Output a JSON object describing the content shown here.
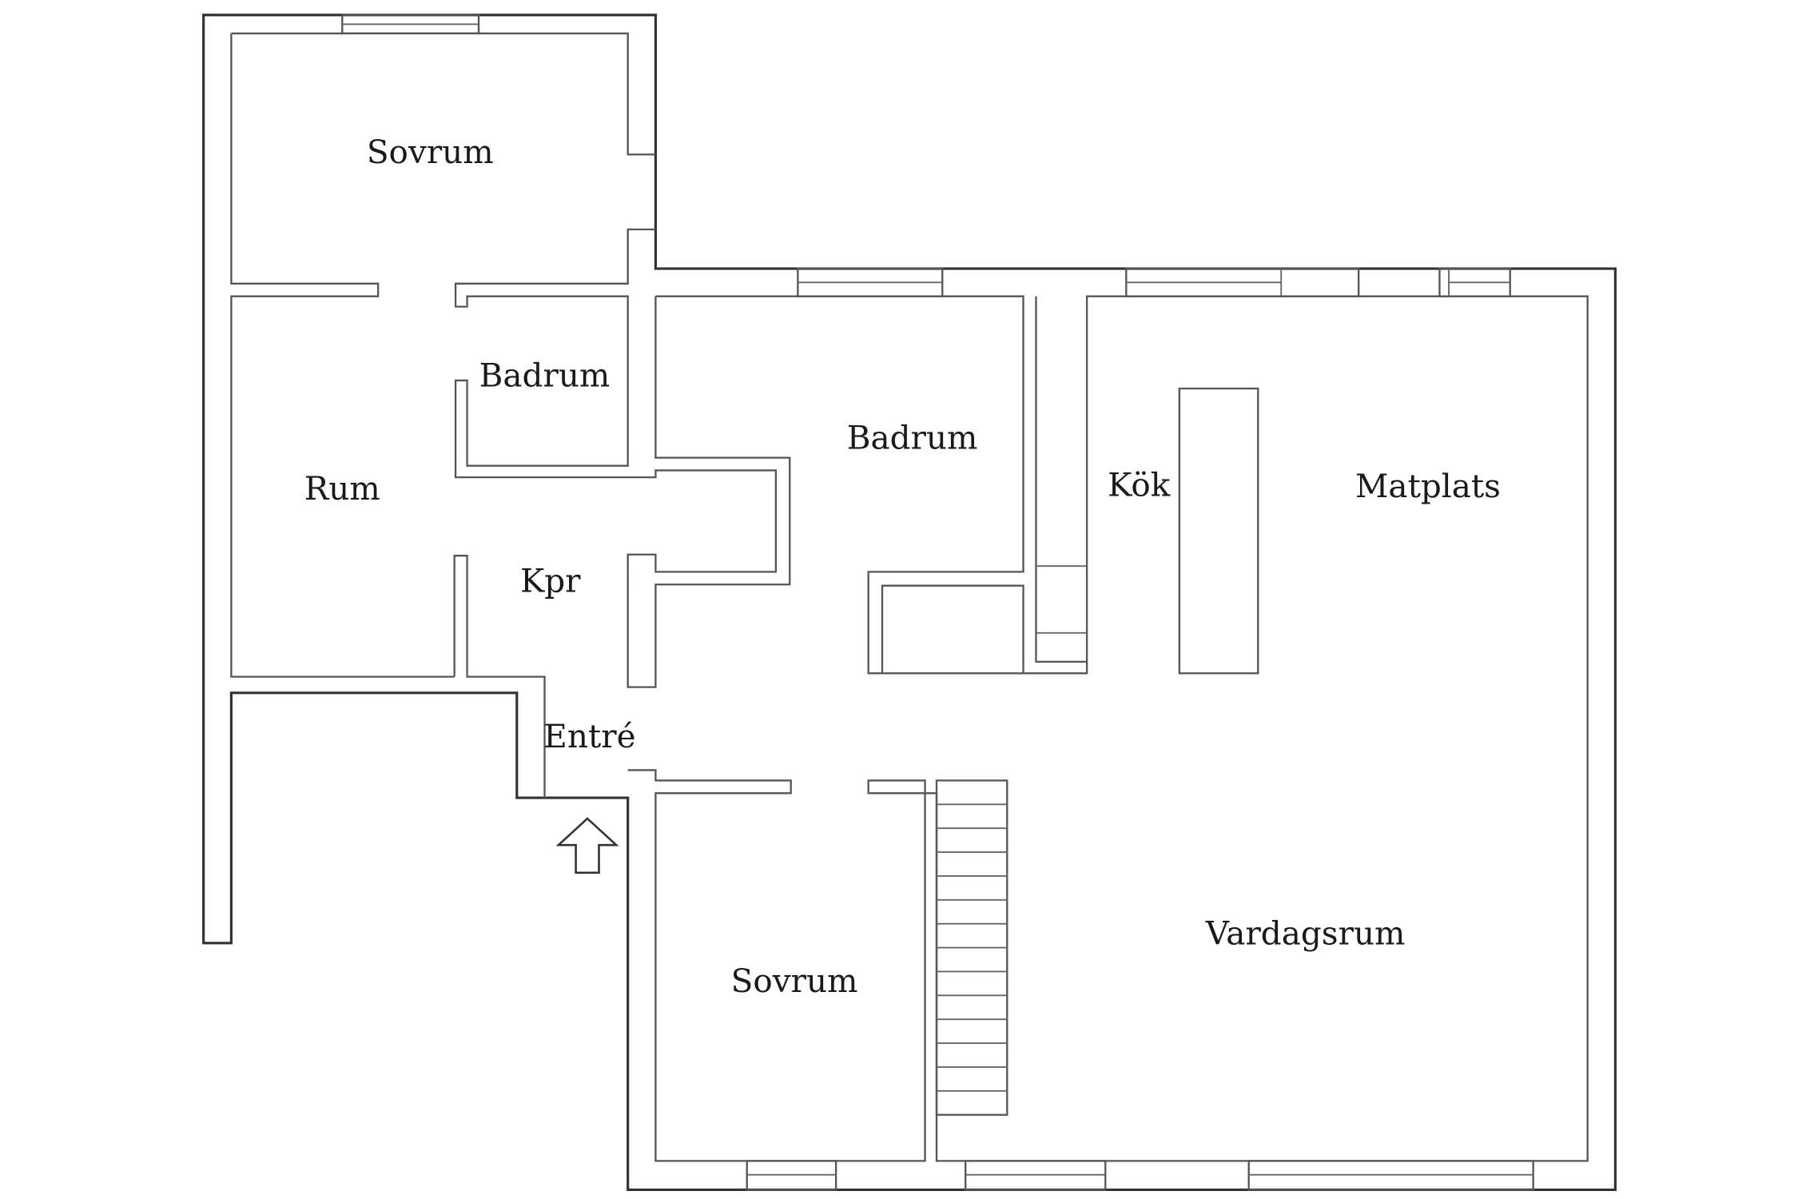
{
  "rooms": {
    "sovrum_top": "Sovrum",
    "badrum_small": "Badrum",
    "rum": "Rum",
    "kpr": "Kpr",
    "entre": "Entré",
    "badrum_center": "Badrum",
    "kok": "Kök",
    "matplats": "Matplats",
    "sovrum_bottom": "Sovrum",
    "vardagsrum": "Vardagsrum"
  },
  "icons": {
    "entrance": "entrance-arrow-icon"
  },
  "colors": {
    "background": "#ffffff",
    "wall": "#555555",
    "text": "#1a1a1a"
  }
}
